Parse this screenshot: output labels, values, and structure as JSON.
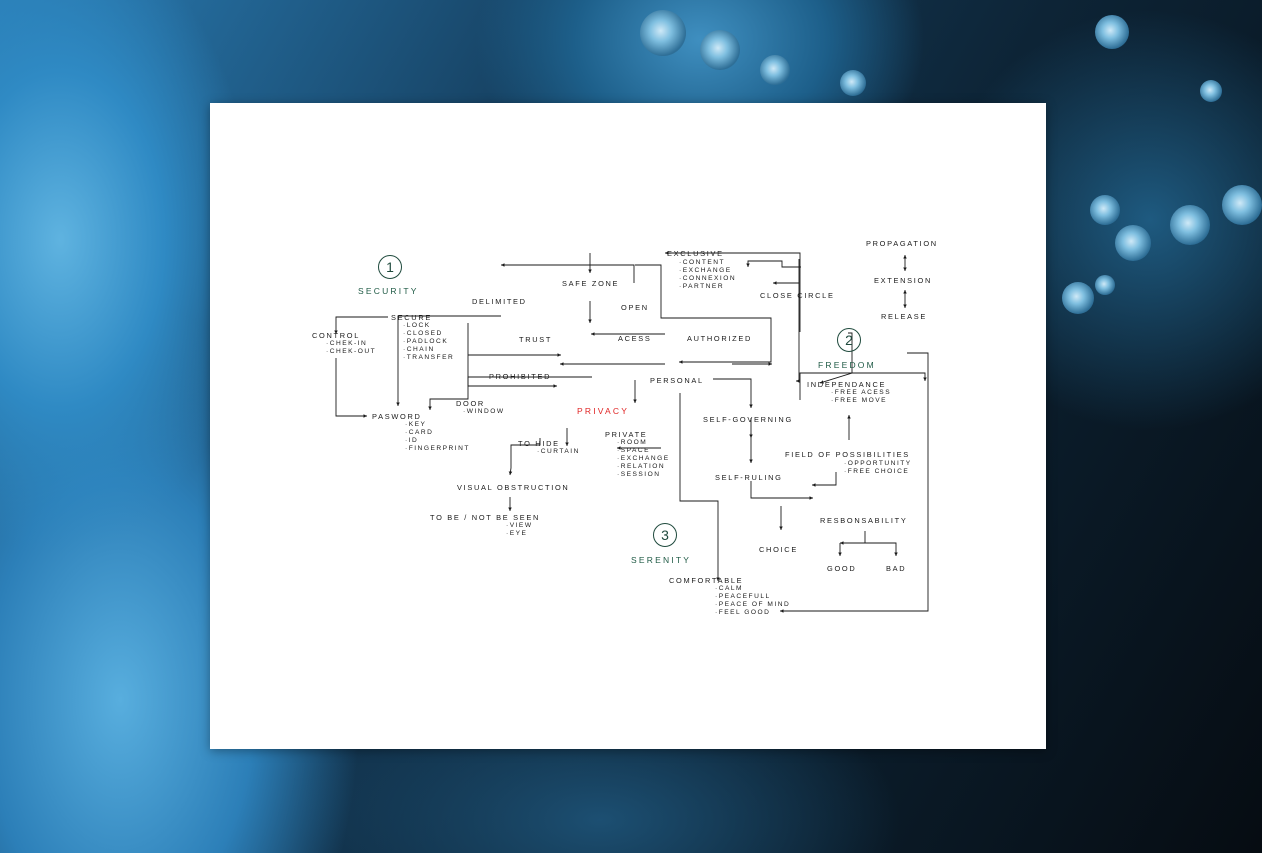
{
  "sections": {
    "security": {
      "number": "1",
      "label": "SECURITY"
    },
    "freedom": {
      "number": "2",
      "label": "FREEDOM"
    },
    "serenity": {
      "number": "3",
      "label": "SERENITY"
    },
    "privacy": {
      "label": "PRIVACY"
    }
  },
  "nodes": {
    "propagation": "PROPAGATION",
    "extension": "EXTENSION",
    "release": "RELEASE",
    "exclusive": "EXCLUSIVE",
    "exclusive_sub": "·CONTENT\n·EXCHANGE\n·CONNEXION\n·PARTNER",
    "close_circle": "CLOSE CIRCLE",
    "safe_zone": "SAFE ZONE",
    "delimited": "DELIMITED",
    "open": "OPEN",
    "secure": "SECURE",
    "secure_sub": "·LOCK\n·CLOSED\n·PADLOCK\n·CHAIN\n·TRANSFER",
    "control": "CONTROL",
    "control_sub": "·CHEK-IN\n·CHEK-OUT",
    "trust": "TRUST",
    "acess": "ACESS",
    "authorized": "AUTHORIZED",
    "prohibited": "PROHIBITED",
    "personal": "PERSONAL",
    "independance": "INDEPENDANCE",
    "independance_sub": "·FREE ACESS\n·FREE MOVE",
    "door": "DOOR",
    "door_sub": "·WINDOW",
    "pasword": "PASWORD",
    "pasword_sub": "·KEY\n·CARD\n·ID\n·FINGERPRINT",
    "self_governing": "SELF-GOVERNING",
    "to_hide": "TO HIDE",
    "to_hide_sub": "·CURTAIN",
    "private": "PRIVATE",
    "private_sub": "·ROOM\n·SPACE\n·EXCHANGE\n·RELATION\n·SESSION",
    "field": "FIELD OF POSSIBILITIES",
    "field_sub": "·OPPORTUNITY\n·FREE CHOICE",
    "self_ruling": "SELF-RULING",
    "visual_obstruction": "VISUAL OBSTRUCTION",
    "responsability": "RESBONSABILITY",
    "to_be": "TO BE / NOT BE SEEN",
    "to_be_sub": "·VIEW\n·EYE",
    "choice": "CHOICE",
    "good": "GOOD",
    "bad": "BAD",
    "comfortable": "COMFORTABLE",
    "comfortable_sub": "·CALM\n·PEACEFULL\n·PEACE OF MIND\n·FEEL GOOD"
  }
}
